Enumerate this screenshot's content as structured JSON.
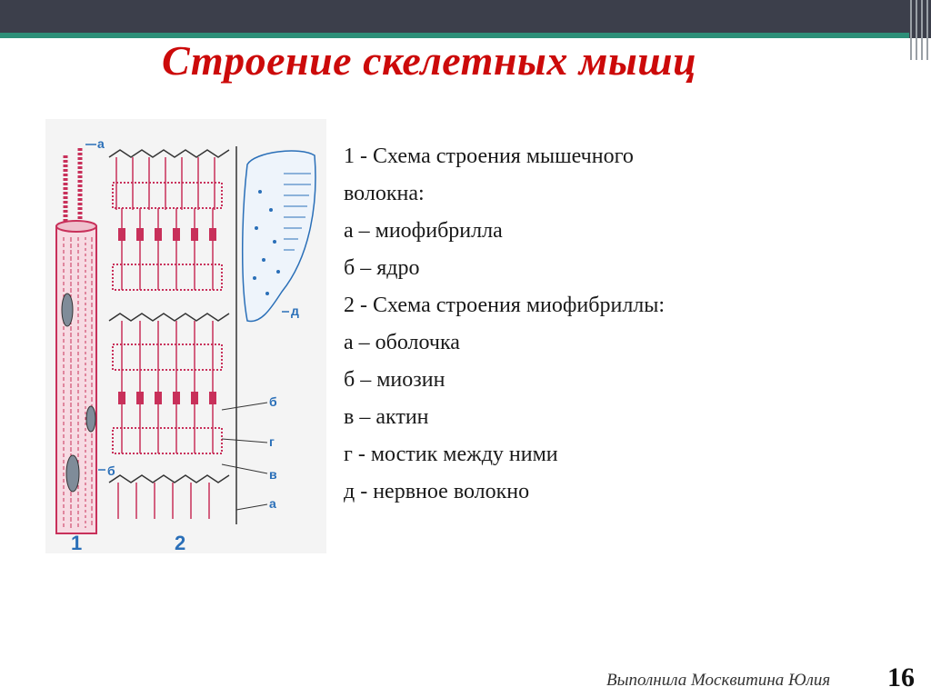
{
  "slide": {
    "title": "Строение скелетных мышц",
    "lines": [
      "1 - Схема строения мышечного",
      "волокна:",
      "а – миофибрилла",
      "б – ядро",
      "2 - Схема строения миофибриллы:",
      "а – оболочка",
      "б – миозин",
      "в – актин",
      "г - мостик между ними",
      "д - нервное волокно"
    ],
    "footer": "Выполнила Москвитина Юлия",
    "page_number": "16"
  },
  "figure": {
    "labels": {
      "a_top": "а",
      "b_nucleus": "б",
      "d_nerve": "д",
      "b_myosin": "б",
      "g_bridge": "г",
      "v_actin": "в",
      "a_membrane": "а",
      "num1": "1",
      "num2": "2"
    }
  },
  "colors": {
    "title": "#cc0a0a",
    "topbar": "#3c3f4b",
    "stripe": "#2d8f78",
    "fiber": "#c8305a",
    "nerve": "#2a6fb8",
    "labels": "#2a6fb8"
  }
}
